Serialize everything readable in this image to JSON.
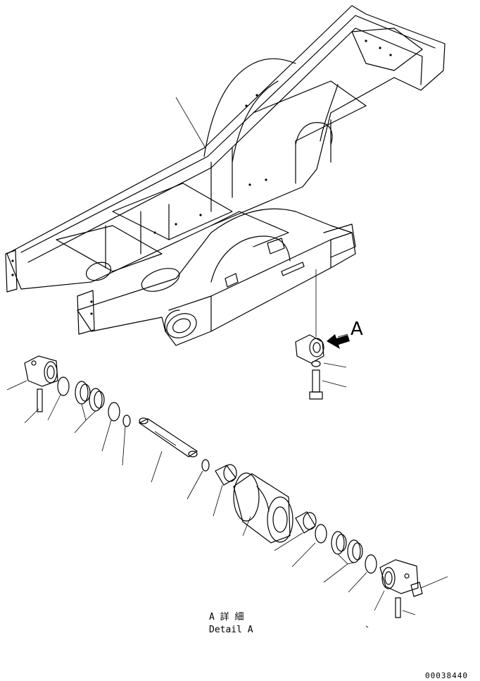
{
  "callouts": {
    "view_arrow_letter": "A",
    "detail_label_jp": "A 詳 細",
    "detail_label_en": "Detail A",
    "part_number": "00038440"
  }
}
